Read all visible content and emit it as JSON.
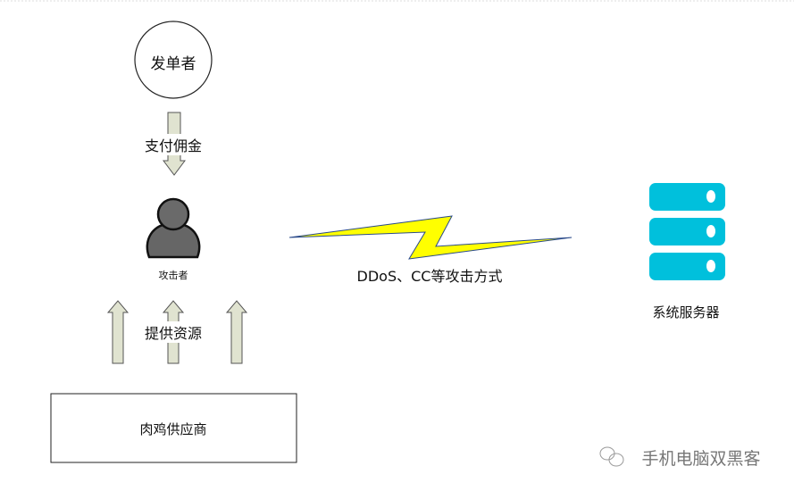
{
  "nodes": {
    "client": "发单者",
    "attacker": "攻击者",
    "server": "系统服务器",
    "supplier": "肉鸡供应商"
  },
  "edges": {
    "pay": "支付佣金",
    "resources": "提供资源",
    "attack": "DDoS、CC等攻击方式"
  },
  "watermark": "手机电脑双黑客",
  "colors": {
    "server": "#00c0dc",
    "bolt": "#ffff00",
    "arrow": "#e0e3d0"
  }
}
